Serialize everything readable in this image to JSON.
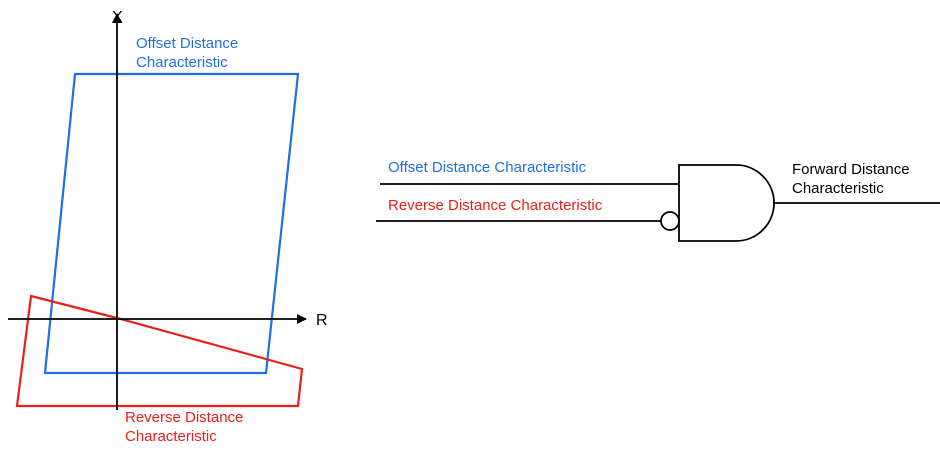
{
  "colors": {
    "offset": "#1f6fe0",
    "reverse": "#e8201a",
    "forward": "#000000",
    "axis": "#000000"
  },
  "rx_plot": {
    "axis_x_label": "X",
    "axis_r_label": "R",
    "offset_label_line1": "Offset Distance",
    "offset_label_line2": "Characteristic",
    "reverse_label_line1": "Reverse Distance",
    "reverse_label_line2": "Characteristic"
  },
  "logic": {
    "input_1_label": "Offset Distance Characteristic",
    "input_2_label": "Reverse Distance Characteristic",
    "input_2_inverted": true,
    "gate_type": "AND",
    "output_label_line1": "Forward Distance",
    "output_label_line2": "Characteristic"
  }
}
